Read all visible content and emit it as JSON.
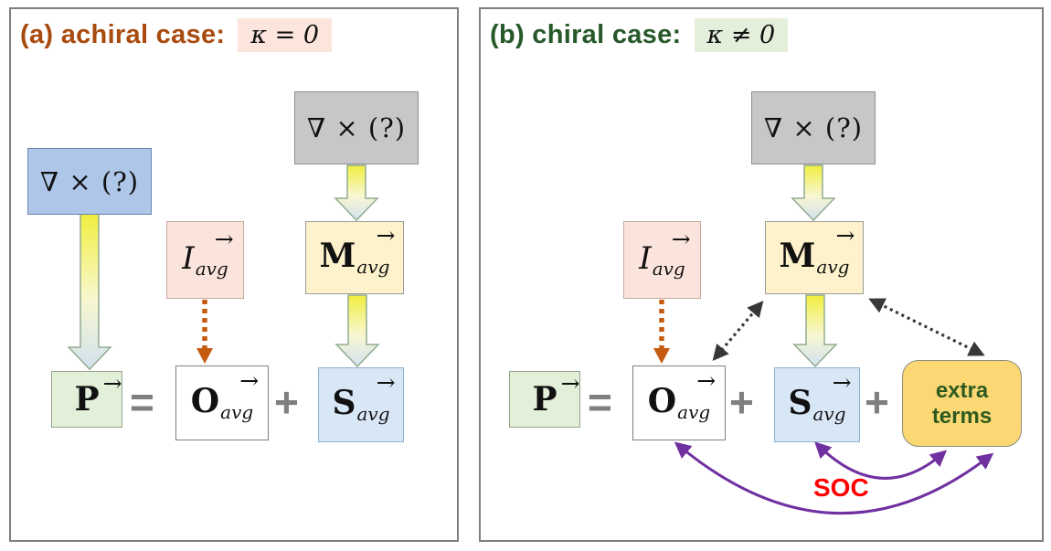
{
  "shared": {
    "vec_arrow": "→",
    "equals": "=",
    "plus": "+"
  },
  "a": {
    "title": "(a) achiral case:",
    "kappa": "κ = 0",
    "curl_left": "∇ × (?)",
    "curl_right": "∇ × (?)",
    "i": "I",
    "i_sub": "avg",
    "m": "M",
    "m_sub": "avg",
    "p": "P",
    "o": "O",
    "o_sub": "avg",
    "s": "S",
    "s_sub": "avg"
  },
  "b": {
    "title": "(b) chiral case:",
    "kappa": "κ ≠ 0",
    "curl": "∇ × (?)",
    "i": "I",
    "i_sub": "avg",
    "m": "M",
    "m_sub": "avg",
    "p": "P",
    "o": "O",
    "o_sub": "avg",
    "s": "S",
    "s_sub": "avg",
    "extra_terms": "extra terms",
    "soc": "SOC"
  },
  "colors": {
    "title_a": "#a94a0e",
    "title_b": "#27592a",
    "kappa_a_bg": "#fbe5dc",
    "kappa_b_bg": "#e3efdb",
    "soc": "#ff0000",
    "purple_arrow": "#7030a0",
    "orange_arrow": "#c55a11",
    "gray_operator": "#7f7f7f",
    "extra_terms_bg": "#fbd874",
    "extra_terms_text": "#2e5a1f"
  }
}
